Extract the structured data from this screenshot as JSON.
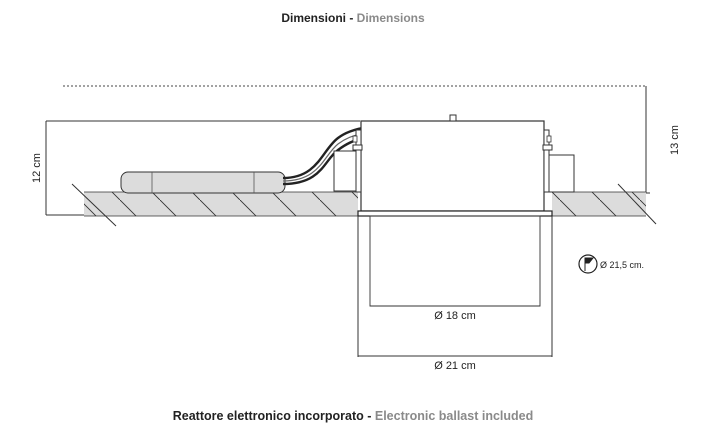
{
  "title": {
    "it": "Dimensioni",
    "sep": " - ",
    "en": "Dimensions"
  },
  "dimensions": {
    "height_13": "13 cm",
    "height_12": "12 cm",
    "inner_diameter": "Ø 18 cm",
    "outer_diameter": "Ø 21 cm",
    "cutout": "Ø 21,5 cm."
  },
  "footer": {
    "it": "Reattore elettronico incorporato",
    "sep": " - ",
    "en": "Electronic ballast included"
  }
}
